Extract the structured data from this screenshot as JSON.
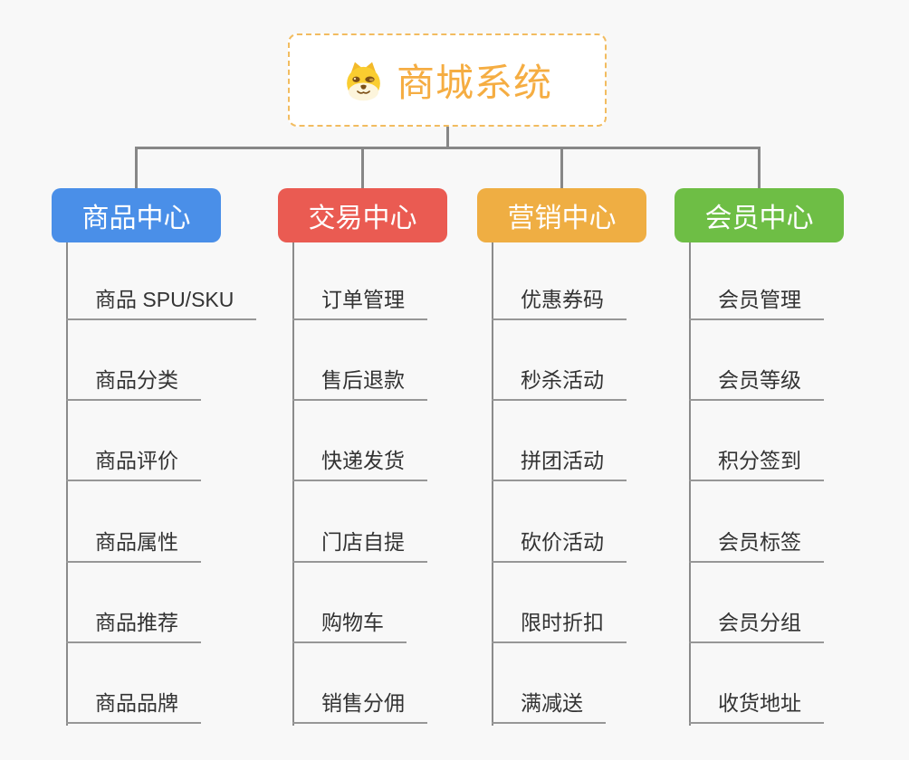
{
  "page": {
    "background": "#f8f8f8"
  },
  "root": {
    "title": "商城系统",
    "icon": "doge-icon",
    "text_color": "#f5ad42",
    "border_color": "#f2bc60"
  },
  "connector_color": "#878787",
  "underline_color": "#979797",
  "branches": [
    {
      "label": "商品中心",
      "color": "#4a8fe8",
      "children": [
        "商品 SPU/SKU",
        "商品分类",
        "商品评价",
        "商品属性",
        "商品推荐",
        "商品品牌"
      ]
    },
    {
      "label": "交易中心",
      "color": "#ea5b52",
      "children": [
        "订单管理",
        "售后退款",
        "快递发货",
        "门店自提",
        "购物车",
        "销售分佣"
      ]
    },
    {
      "label": "营销中心",
      "color": "#efae43",
      "children": [
        "优惠券码",
        "秒杀活动",
        "拼团活动",
        "砍价活动",
        "限时折扣",
        "满减送"
      ]
    },
    {
      "label": "会员中心",
      "color": "#6ebe45",
      "children": [
        "会员管理",
        "会员等级",
        "积分签到",
        "会员标签",
        "会员分组",
        "收货地址"
      ]
    }
  ]
}
